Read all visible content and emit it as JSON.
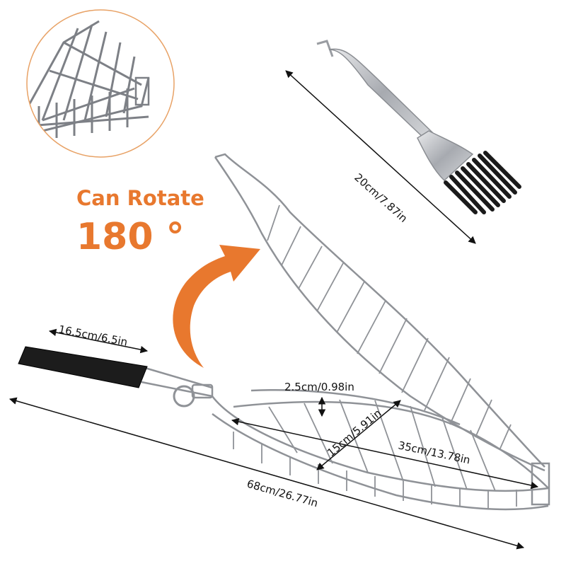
{
  "headline": {
    "line1": "Can Rotate",
    "line2": "180 °",
    "color": "#e8782e"
  },
  "dimensions": {
    "brush_length": "20cm/7.87in",
    "handle_length": "16.5cm/6.5in",
    "total_length": "68cm/26.77in",
    "basket_depth": "2.5cm/0.98in",
    "basket_width": "15cm/5.91in",
    "basket_length": "35cm/13.78in"
  },
  "colors": {
    "accent": "#e8782e",
    "steel": "#8a8d92",
    "handle": "#1c1c1c"
  },
  "icons": {
    "rotate_arrow": "curved-arrow-icon",
    "zoom_circle": "magnifier-detail"
  }
}
